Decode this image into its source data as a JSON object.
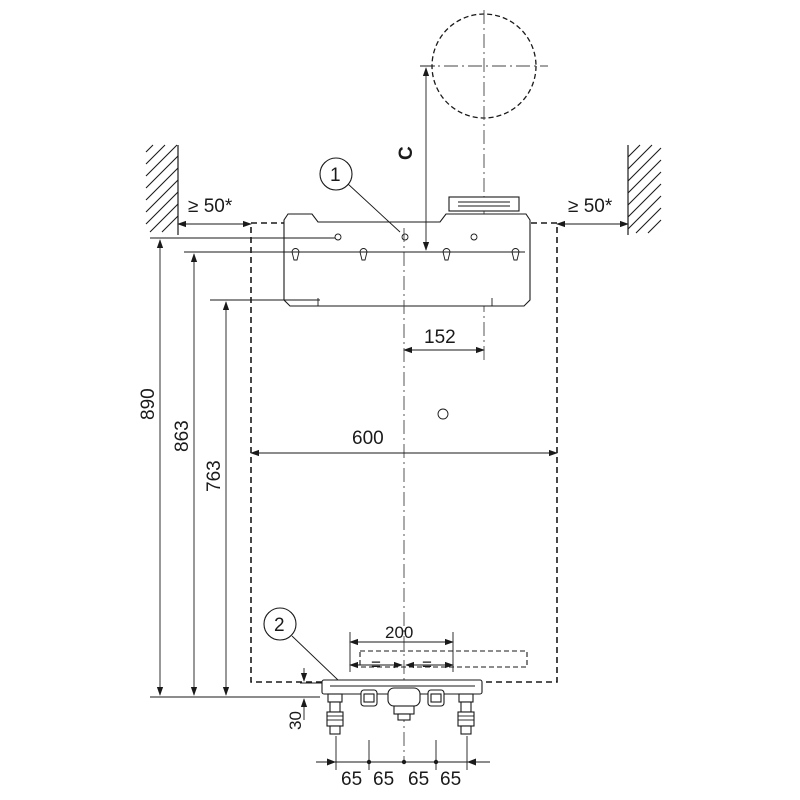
{
  "diagram": {
    "labels": {
      "clearance_left": "≥ 50*",
      "clearance_right": "≥ 50*",
      "dim_c": "C",
      "dim_152": "152",
      "dim_600": "600",
      "dim_890": "890",
      "dim_863": "863",
      "dim_763": "763",
      "dim_200": "200",
      "dim_30": "30",
      "dim_65_1": "65",
      "dim_65_2": "65",
      "dim_65_3": "65",
      "dim_65_4": "65",
      "eq_1": "=",
      "eq_2": "=",
      "callout_1": "1",
      "callout_2": "2"
    }
  }
}
